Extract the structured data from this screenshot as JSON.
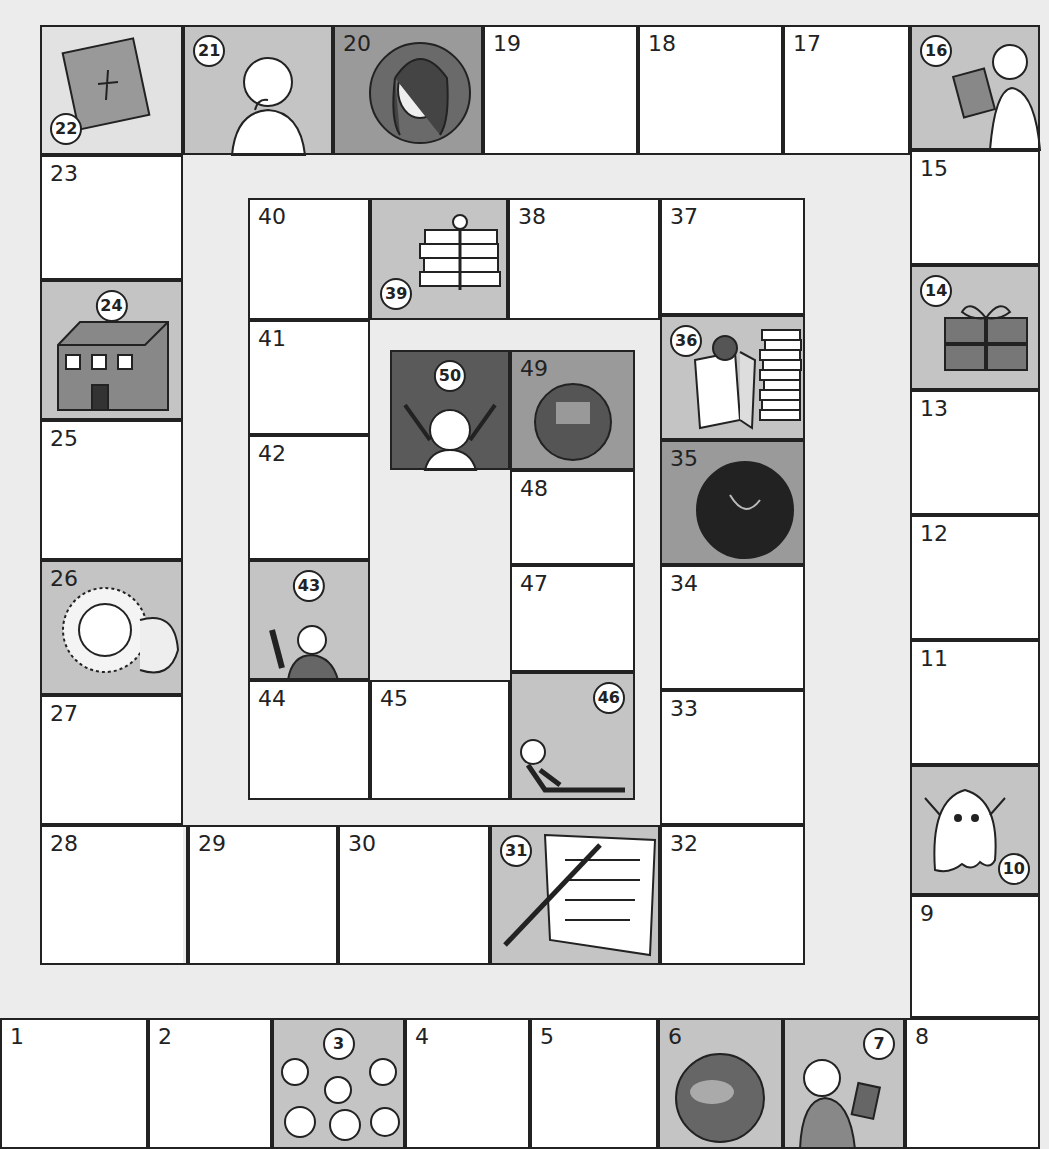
{
  "diagram": {
    "nodes": [
      {
        "text": [
          "1"
        ]
      },
      {
        "text": [
          "2"
        ]
      },
      {
        "text": [
          "3"
        ]
      },
      {
        "text": [
          "4"
        ]
      },
      {
        "text": [
          "5"
        ]
      },
      {
        "text": [
          "6"
        ]
      },
      {
        "text": [
          "7"
        ]
      },
      {
        "text": [
          "8"
        ]
      },
      {
        "text": [
          "9"
        ]
      },
      {
        "text": [
          "10"
        ]
      },
      {
        "text": [
          "11"
        ]
      },
      {
        "text": [
          "12"
        ]
      },
      {
        "text": [
          "13"
        ]
      },
      {
        "text": [
          "14"
        ]
      },
      {
        "text": [
          "15"
        ]
      },
      {
        "text": [
          "16"
        ]
      },
      {
        "text": [
          "17"
        ]
      },
      {
        "text": [
          "18"
        ]
      },
      {
        "text": [
          "19"
        ]
      },
      {
        "text": [
          "20"
        ]
      },
      {
        "text": [
          "21"
        ]
      },
      {
        "text": [
          "22"
        ]
      },
      {
        "text": [
          "23"
        ]
      },
      {
        "text": [
          "24"
        ]
      },
      {
        "text": [
          "25"
        ]
      },
      {
        "text": [
          "26"
        ]
      },
      {
        "text": [
          "27"
        ]
      },
      {
        "text": [
          "28"
        ]
      },
      {
        "text": [
          "29"
        ]
      },
      {
        "text": [
          "30"
        ]
      },
      {
        "text": [
          "31"
        ]
      },
      {
        "text": [
          "32"
        ]
      },
      {
        "text": [
          "33"
        ]
      },
      {
        "text": [
          "34"
        ]
      },
      {
        "text": [
          "35"
        ]
      },
      {
        "text": [
          "36"
        ]
      },
      {
        "text": [
          "37"
        ]
      },
      {
        "text": [
          "38"
        ]
      },
      {
        "text": [
          "39"
        ]
      },
      {
        "text": [
          "40"
        ]
      },
      {
        "text": [
          "41"
        ]
      },
      {
        "text": [
          "42"
        ]
      },
      {
        "text": [
          "43"
        ]
      },
      {
        "text": [
          "44"
        ]
      },
      {
        "text": [
          "45"
        ]
      },
      {
        "text": [
          "46"
        ]
      },
      {
        "text": [
          "47"
        ]
      },
      {
        "text": [
          "48"
        ]
      },
      {
        "text": [
          "49"
        ]
      },
      {
        "text": [
          "50"
        ]
      }
    ]
  }
}
